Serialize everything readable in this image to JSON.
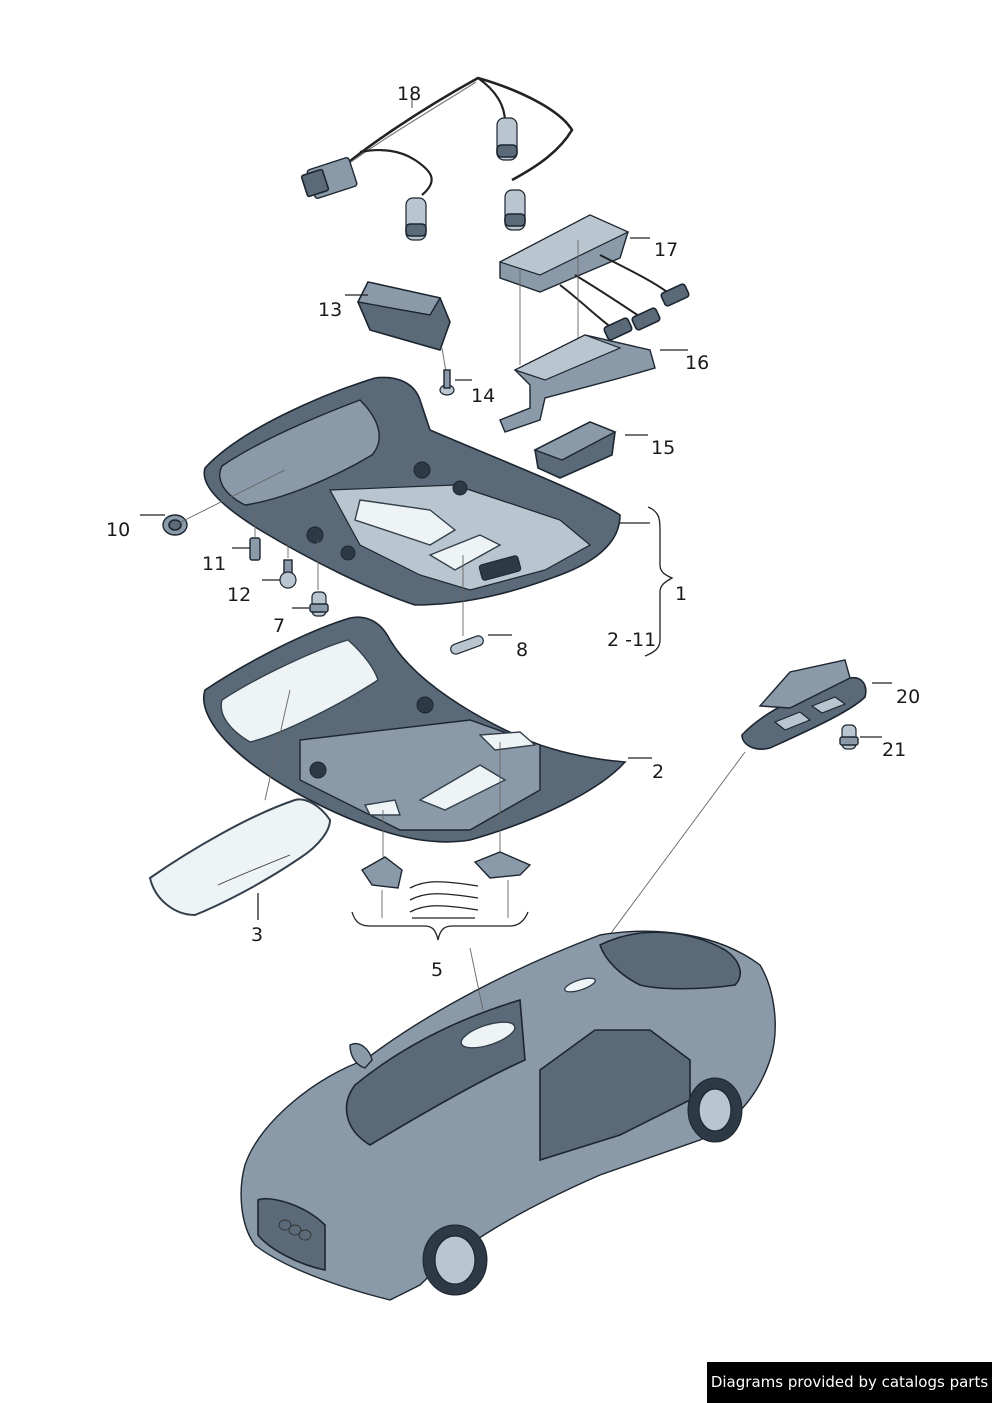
{
  "callouts": {
    "c1": "1",
    "c2": "2",
    "c2_11": "2 -11",
    "c3": "3",
    "c5": "5",
    "c7": "7",
    "c8": "8",
    "c10": "10",
    "c11": "11",
    "c12": "12",
    "c13": "13",
    "c14": "14",
    "c15": "15",
    "c16": "16",
    "c17": "17",
    "c18": "18",
    "c20": "20",
    "c21": "21"
  },
  "credit": "Diagrams provided by catalogs parts"
}
